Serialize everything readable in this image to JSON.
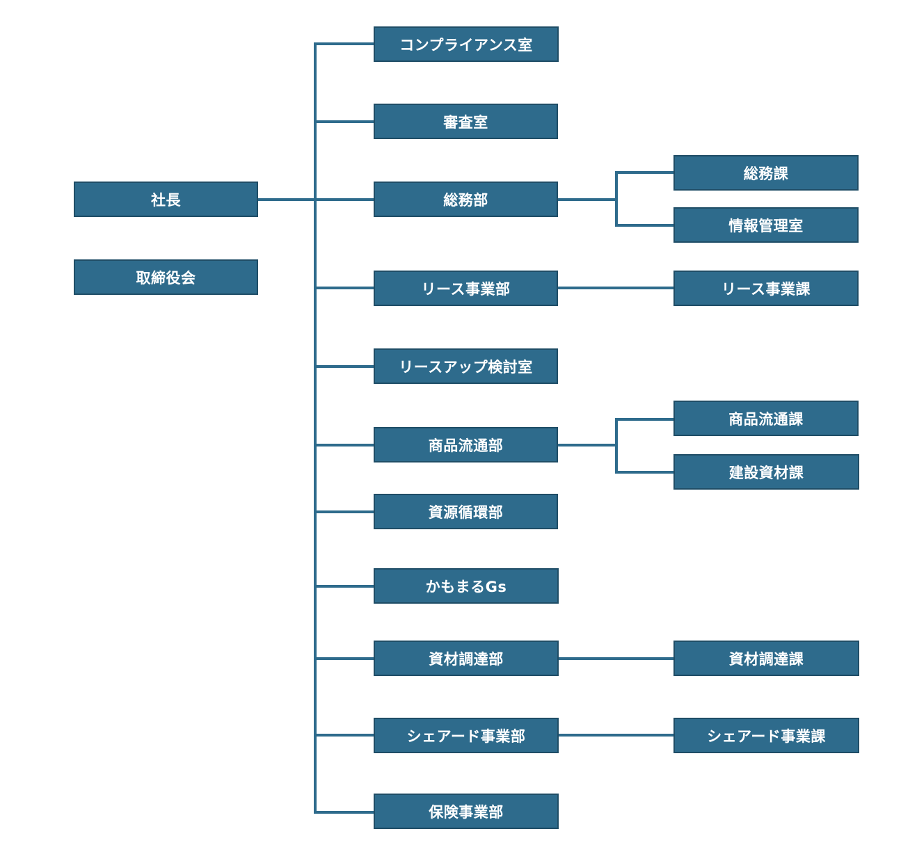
{
  "colors": {
    "node_fill": "#2e6b8c",
    "node_border": "#1f4d66",
    "node_text": "#ffffff",
    "connector": "#2e6b8c",
    "background": "#ffffff"
  },
  "top": {
    "president": "社長",
    "board": "取締役会"
  },
  "departments": [
    {
      "label": "コンプライアンス室",
      "sections": []
    },
    {
      "label": "審査室",
      "sections": []
    },
    {
      "label": "総務部",
      "sections": [
        "総務課",
        "情報管理室"
      ]
    },
    {
      "label": "リース事業部",
      "sections": [
        "リース事業課"
      ]
    },
    {
      "label": "リースアップ検討室",
      "sections": []
    },
    {
      "label": "商品流通部",
      "sections": [
        "商品流通課",
        "建設資材課"
      ]
    },
    {
      "label": "資源循環部",
      "sections": []
    },
    {
      "label": "かもまるGs",
      "sections": []
    },
    {
      "label": "資材調達部",
      "sections": [
        "資材調達課"
      ]
    },
    {
      "label": "シェアード事業部",
      "sections": [
        "シェアード事業課"
      ]
    },
    {
      "label": "保険事業部",
      "sections": []
    }
  ]
}
